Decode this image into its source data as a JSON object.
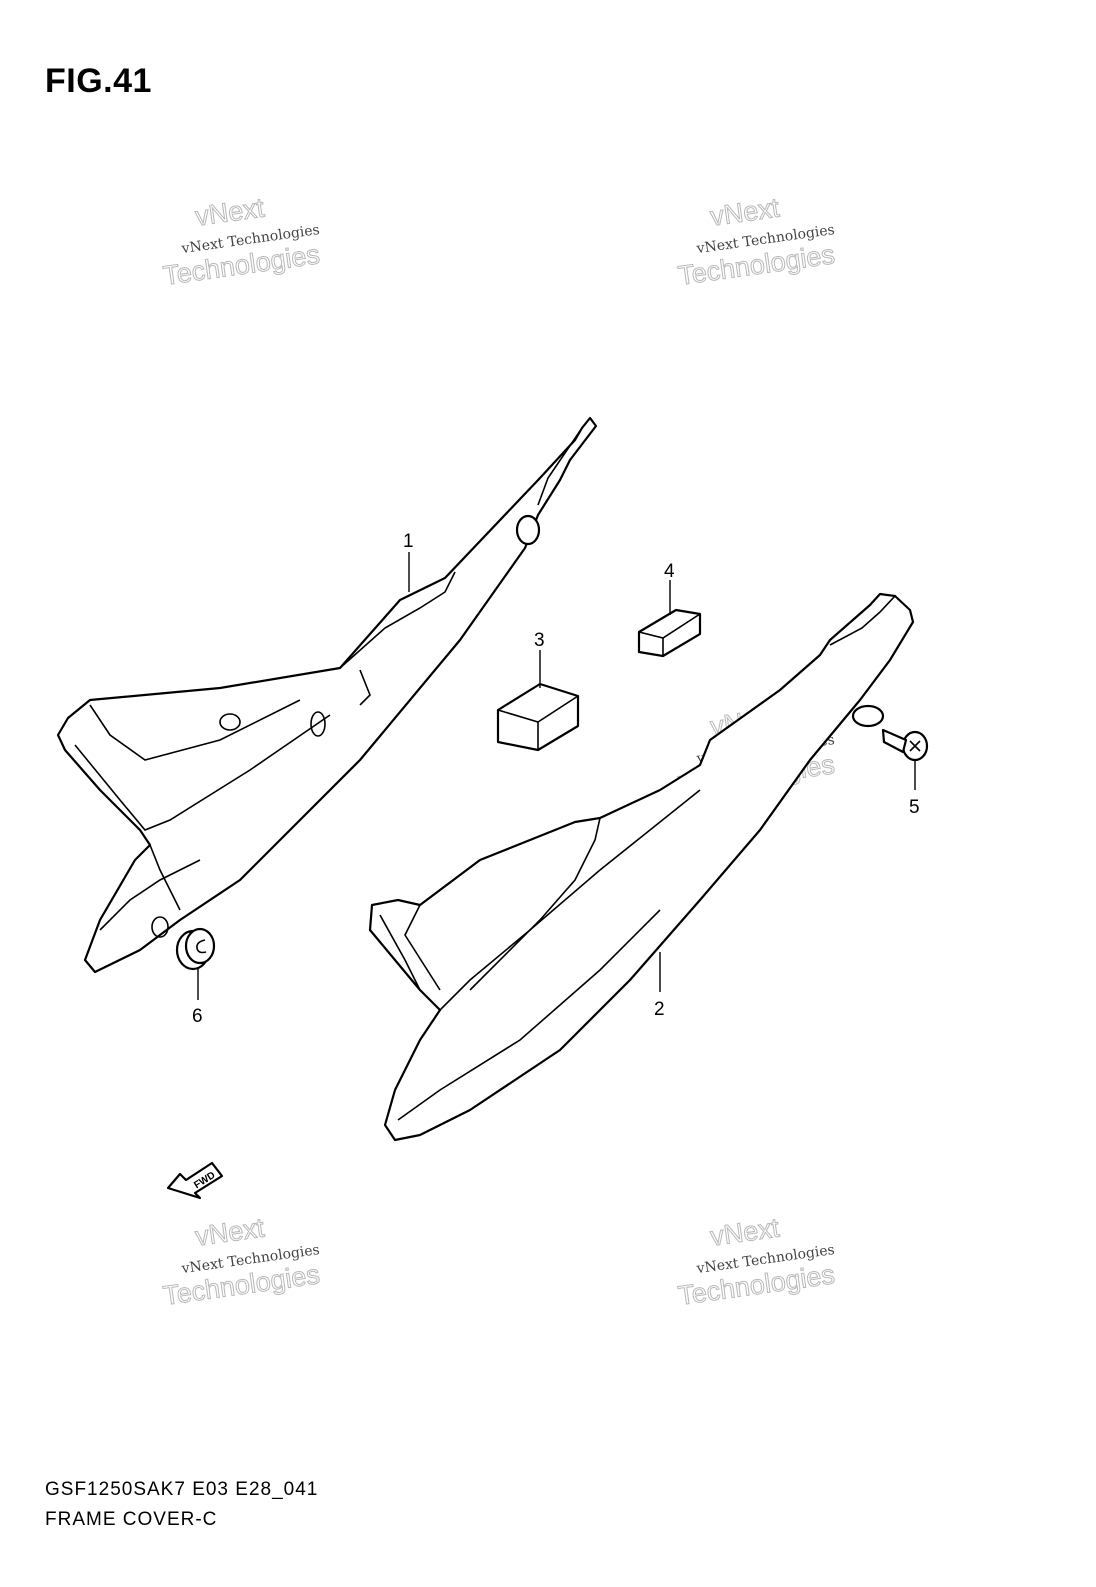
{
  "figure": {
    "title": "FIG.41",
    "model_code": "GSF1250SAK7 E03 E28_041",
    "section_name": "FRAME COVER-C"
  },
  "callouts": [
    "1",
    "2",
    "3",
    "4",
    "5",
    "6"
  ],
  "watermark": {
    "line1": "vNext Technologies",
    "line2_top": "vNext",
    "line2_bottom": "Technologies"
  },
  "direction_arrow_label": "FWD",
  "colors": {
    "ink": "#000000",
    "watermark": "#b8b8b8",
    "background": "#ffffff"
  }
}
